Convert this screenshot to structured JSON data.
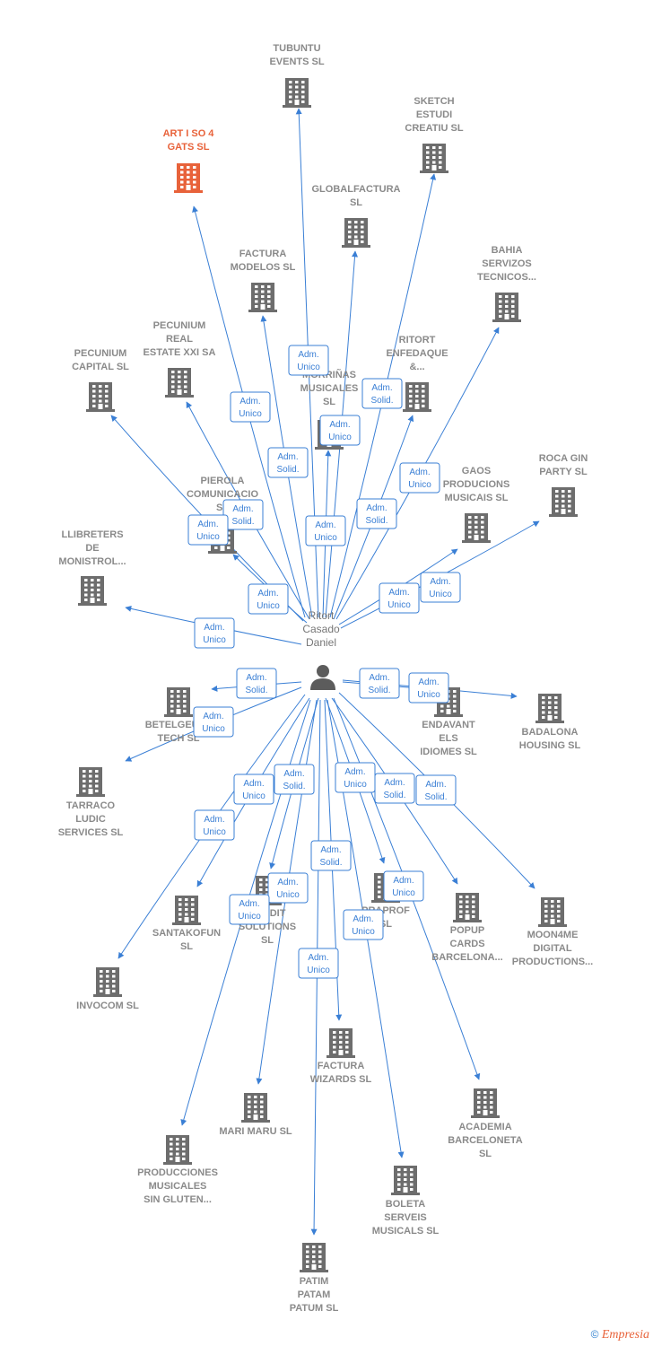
{
  "colors": {
    "edge": "#3a7fd5",
    "building": "#6d6d6d",
    "highlight": "#e8623a",
    "label": "#8a8a8a",
    "person": "#5c5c5c"
  },
  "person": {
    "icon": "person-icon",
    "name_lines": [
      "Ritort",
      "Casado",
      "Daniel"
    ]
  },
  "companies": [
    {
      "id": "tubuntu",
      "lines": [
        "TUBUNTU",
        "EVENTS  SL"
      ],
      "highlight": false
    },
    {
      "id": "sketch",
      "lines": [
        "SKETCH",
        "ESTUDI",
        "CREATIU  SL"
      ],
      "highlight": false
    },
    {
      "id": "artiso",
      "lines": [
        "ART I SO 4",
        "GATS  SL"
      ],
      "highlight": true
    },
    {
      "id": "globalfactura",
      "lines": [
        "GLOBALFACTURA",
        "SL"
      ],
      "highlight": false
    },
    {
      "id": "bahia",
      "lines": [
        "BAHIA",
        "SERVIZOS",
        "TECNICOS..."
      ],
      "highlight": false
    },
    {
      "id": "facturamodelos",
      "lines": [
        "FACTURA",
        "MODELOS  SL"
      ],
      "highlight": false
    },
    {
      "id": "pecuniumreal",
      "lines": [
        "PECUNIUM",
        "REAL",
        "ESTATE XXI SA"
      ],
      "highlight": false
    },
    {
      "id": "ritortenfedaque",
      "lines": [
        "RITORT",
        "ENFEDAQUE",
        "&..."
      ],
      "highlight": false
    },
    {
      "id": "pecuniumcapital",
      "lines": [
        "PECUNIUM",
        "CAPITAL  SL"
      ],
      "highlight": false
    },
    {
      "id": "morrinas",
      "lines": [
        "MORRIÑAS",
        "MUSICALES",
        "SL"
      ],
      "highlight": false
    },
    {
      "id": "rocagin",
      "lines": [
        "ROCA GIN",
        "PARTY  SL"
      ],
      "highlight": false
    },
    {
      "id": "gaos",
      "lines": [
        "GAOS",
        "PRODUCIONS",
        "MUSICAIS  SL"
      ],
      "highlight": false
    },
    {
      "id": "pierola",
      "lines": [
        "PIEROLA",
        "COMUNICACIO",
        "SL"
      ],
      "highlight": false
    },
    {
      "id": "llibreters",
      "lines": [
        "LLIBRETERS",
        "DE",
        "MONISTROL..."
      ],
      "highlight": false
    },
    {
      "id": "betelgeuse",
      "lines": [
        "BETELGEUSE",
        "TECH  SL"
      ],
      "highlight": false
    },
    {
      "id": "endavant",
      "lines": [
        "ENDAVANT",
        "ELS",
        "IDIOMES  SL"
      ],
      "highlight": false
    },
    {
      "id": "badalona",
      "lines": [
        "BADALONA",
        "HOUSING  SL"
      ],
      "highlight": false
    },
    {
      "id": "tarraco",
      "lines": [
        "TARRACO",
        "LUDIC",
        "SERVICES  SL"
      ],
      "highlight": false
    },
    {
      "id": "santakofun",
      "lines": [
        "SANTAKOFUN",
        "SL"
      ],
      "highlight": false
    },
    {
      "id": "credit",
      "lines": [
        "CREDIT",
        "SOLUTIONS",
        "SL"
      ],
      "highlight": false
    },
    {
      "id": "praprof",
      "lines": [
        "PRAPROF",
        "SL"
      ],
      "highlight": false
    },
    {
      "id": "popup",
      "lines": [
        "POPUP",
        "CARDS",
        "BARCELONA..."
      ],
      "highlight": false
    },
    {
      "id": "moon4me",
      "lines": [
        "MOON4ME",
        "DIGITAL",
        "PRODUCTIONS..."
      ],
      "highlight": false
    },
    {
      "id": "invocom",
      "lines": [
        "INVOCOM  SL"
      ],
      "highlight": false
    },
    {
      "id": "facturawizards",
      "lines": [
        "FACTURA",
        "WIZARDS  SL"
      ],
      "highlight": false
    },
    {
      "id": "academia",
      "lines": [
        "ACADEMIA",
        "BARCELONETA",
        "SL"
      ],
      "highlight": false
    },
    {
      "id": "marimaru",
      "lines": [
        "MARI MARU  SL"
      ],
      "highlight": false
    },
    {
      "id": "producciones",
      "lines": [
        "PRODUCCIONES",
        "MUSICALES",
        "SIN GLUTEN..."
      ],
      "highlight": false
    },
    {
      "id": "boleta",
      "lines": [
        "BOLETA",
        "SERVEIS",
        "MUSICALS  SL"
      ],
      "highlight": false
    },
    {
      "id": "patim",
      "lines": [
        "PATIM",
        "PATAM",
        "PATUM  SL"
      ],
      "highlight": false
    }
  ],
  "roles": [
    {
      "target": "tubuntu",
      "lines": [
        "Adm.",
        "Unico"
      ]
    },
    {
      "target": "sketch",
      "lines": [
        "Adm.",
        "Solid."
      ]
    },
    {
      "target": "artiso",
      "lines": [
        "Adm.",
        "Unico"
      ]
    },
    {
      "target": "globalfactura",
      "lines": [
        "Adm.",
        "Unico"
      ]
    },
    {
      "target": "bahia",
      "lines": [
        "Adm.",
        "Unico"
      ]
    },
    {
      "target": "facturamodelos",
      "lines": [
        "Adm.",
        "Solid."
      ]
    },
    {
      "target": "pecuniumreal",
      "lines": [
        "Adm.",
        "Solid."
      ]
    },
    {
      "target": "ritortenfedaque",
      "lines": [
        "Adm.",
        "Solid."
      ]
    },
    {
      "target": "pecuniumcapital",
      "lines": [
        "Adm.",
        "Unico"
      ]
    },
    {
      "target": "morrinas",
      "lines": [
        "Adm.",
        "Unico"
      ]
    },
    {
      "target": "rocagin",
      "lines": [
        "Adm.",
        "Unico"
      ]
    },
    {
      "target": "gaos",
      "lines": [
        "Adm.",
        "Unico"
      ]
    },
    {
      "target": "pierola",
      "lines": [
        "Adm.",
        "Unico"
      ]
    },
    {
      "target": "llibreters",
      "lines": [
        "Adm.",
        "Unico"
      ]
    },
    {
      "target": "betelgeuse",
      "lines": [
        "Adm.",
        "Solid."
      ]
    },
    {
      "target": "endavant",
      "lines": [
        "Adm.",
        "Solid."
      ]
    },
    {
      "target": "badalona",
      "lines": [
        "Adm.",
        "Unico"
      ]
    },
    {
      "target": "tarraco",
      "lines": [
        "Adm.",
        "Unico"
      ]
    },
    {
      "target": "santakofun",
      "lines": [
        "Adm.",
        "Unico"
      ]
    },
    {
      "target": "credit",
      "lines": [
        "Adm.",
        "Solid."
      ]
    },
    {
      "target": "praprof",
      "lines": [
        "Adm.",
        "Unico"
      ]
    },
    {
      "target": "popup",
      "lines": [
        "Adm.",
        "Solid."
      ]
    },
    {
      "target": "moon4me",
      "lines": [
        "Adm.",
        "Solid."
      ]
    },
    {
      "target": "invocom",
      "lines": [
        "Adm.",
        "Unico"
      ]
    },
    {
      "target": "facturawizards",
      "lines": [
        "Adm.",
        "Solid."
      ]
    },
    {
      "target": "academia",
      "lines": [
        "Adm.",
        "Unico"
      ]
    },
    {
      "target": "marimaru",
      "lines": [
        "Adm.",
        "Unico"
      ]
    },
    {
      "target": "producciones",
      "lines": [
        "Adm.",
        "Unico"
      ]
    },
    {
      "target": "boleta",
      "lines": [
        "Adm.",
        "Unico"
      ]
    },
    {
      "target": "patim",
      "lines": [
        "Adm.",
        "Unico"
      ]
    }
  ],
  "footer": {
    "symbol": "©",
    "brand": "Empresia"
  }
}
